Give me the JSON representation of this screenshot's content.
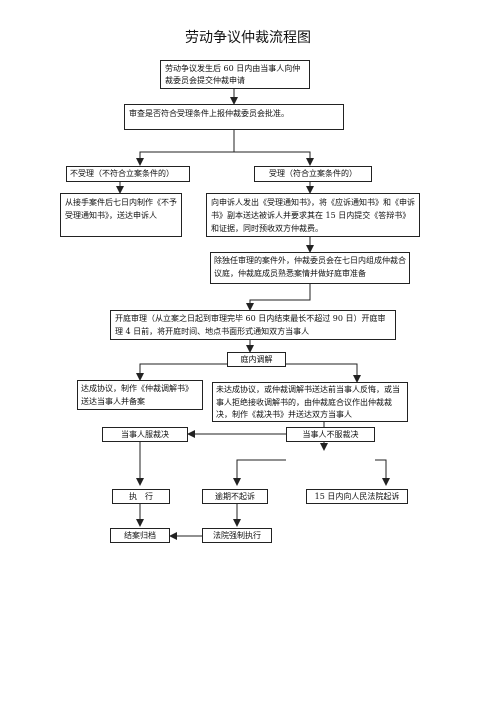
{
  "title": "劳动争议仲裁流程图",
  "steps": {
    "application": "劳动争议发生后 60 日内由当事人向仲裁委员会提交仲裁申请",
    "review": "审查是否符合受理条件上报仲裁委员会批准。",
    "reject": "不受理（不符合立案条件的）",
    "reject_notice": "从接手案件后七日内制作《不予受理通知书》，送达申诉人",
    "accept": "受理（符合立案条件的）",
    "accept_notice": "向申诉人发出《受理通知书》，将《应诉通知书》和《申诉书》副本送达被诉人并要求其在 15 日内提交《答辩书》和证据，同时预收双方仲裁费。",
    "tribunal": "除独任审理的案件外，仲裁委员会在七日内组成仲裁合议庭，仲裁庭成员熟悉案情并做好庭审准备",
    "hearing": "开庭审理（从立案之日起到审理完毕 60 日内结束最长不超过 90 日）开庭审理 4 日前，将开庭时间、地点书面形式通知双方当事人",
    "mediation": "庭内调解",
    "agreement": "达成协议，制作《仲裁调解书》送达当事人并备案",
    "no_agreement": "未达成协议，或仲裁调解书送达前当事人反悔，或当事人拒绝接收调解书的，由仲裁庭合议作出仲裁裁决，制作《裁决书》并送达双方当事人",
    "comply": "当事人服裁决",
    "not_comply": "当事人不服裁决",
    "execute": "执　行",
    "no_suit": "逾期不起诉",
    "suit": "15 日内向人民法院起诉",
    "archive": "结案归档",
    "enforce": "法院强制执行"
  }
}
